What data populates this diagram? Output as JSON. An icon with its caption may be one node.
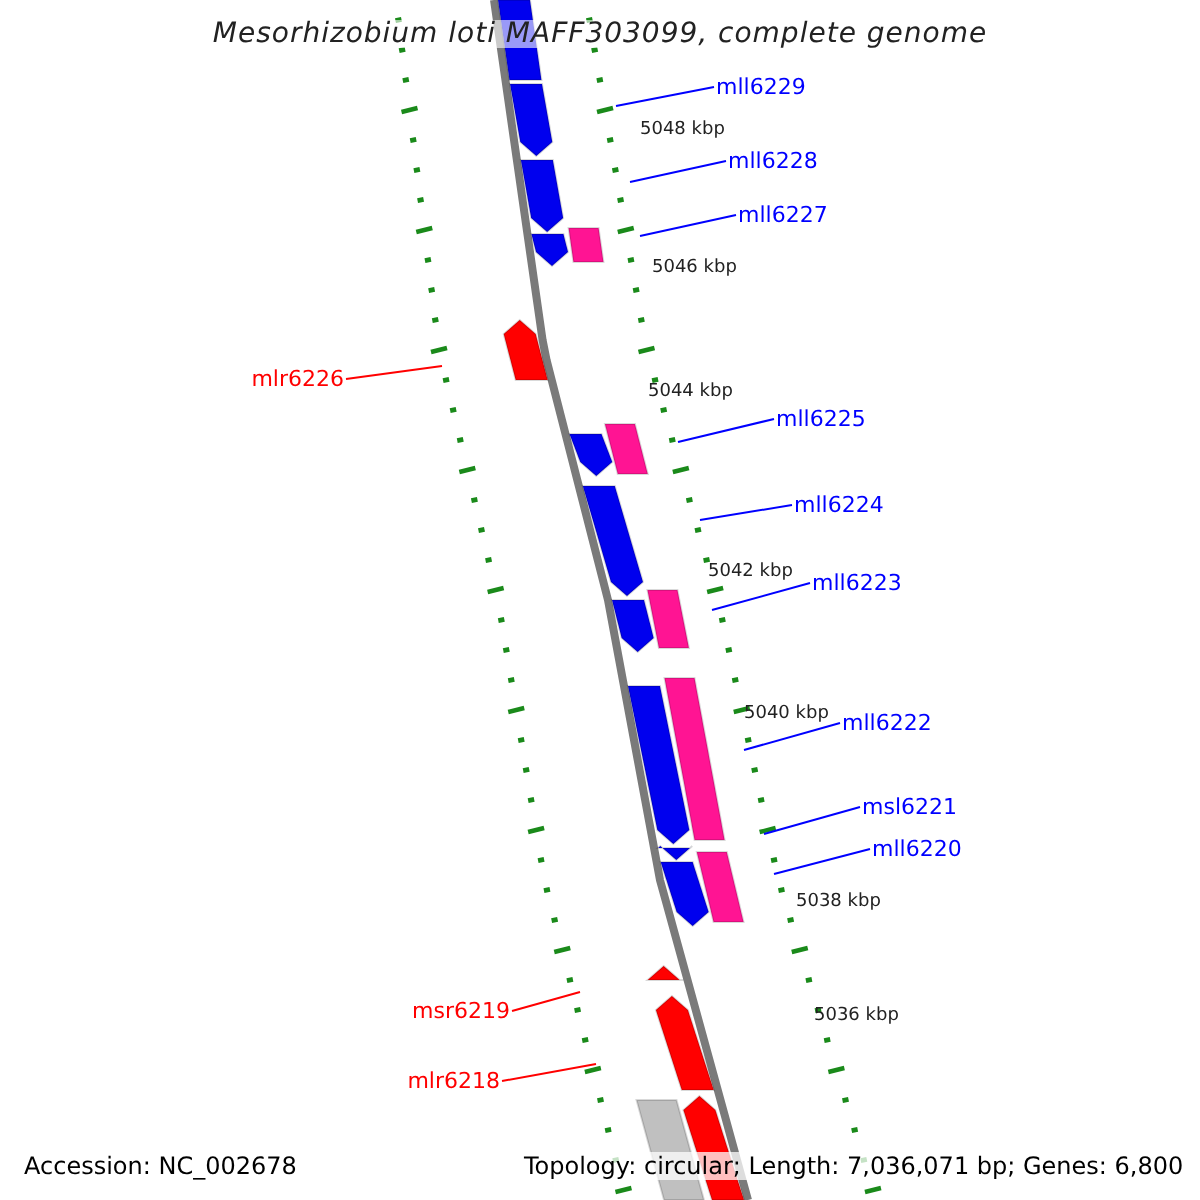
{
  "diagram": {
    "title": "Mesorhizobium loti MAFF303099, complete genome",
    "nodes": [
      {
        "text": [
          "mll6229"
        ]
      },
      {
        "text": [
          "mll6228"
        ]
      },
      {
        "text": [
          "mll6227"
        ]
      },
      {
        "text": [
          "mlr6226"
        ]
      },
      {
        "text": [
          "mll6225"
        ]
      },
      {
        "text": [
          "mll6224"
        ]
      },
      {
        "text": [
          "mll6223"
        ]
      },
      {
        "text": [
          "mll6222"
        ]
      },
      {
        "text": [
          "msl6221"
        ]
      },
      {
        "text": [
          "mll6220"
        ]
      },
      {
        "text": [
          "msr6219"
        ]
      },
      {
        "text": [
          "mlr6218"
        ]
      }
    ],
    "edges": [
      {
        "from": 0,
        "to": null,
        "arrow": "none"
      },
      {
        "from": 1,
        "to": null,
        "arrow": "none"
      },
      {
        "from": 2,
        "to": null,
        "arrow": "none"
      },
      {
        "from": 3,
        "to": null,
        "arrow": "none",
        "color": "#ff0000"
      },
      {
        "from": 4,
        "to": null,
        "arrow": "none"
      },
      {
        "from": 5,
        "to": null,
        "arrow": "none"
      },
      {
        "from": 6,
        "to": null,
        "arrow": "none"
      },
      {
        "from": 7,
        "to": null,
        "arrow": "none"
      },
      {
        "from": 8,
        "to": null,
        "arrow": "none"
      },
      {
        "from": 9,
        "to": null,
        "arrow": "none"
      },
      {
        "from": 10,
        "to": null,
        "arrow": "none",
        "color": "#ff0000"
      },
      {
        "from": 11,
        "to": null,
        "arrow": "none",
        "color": "#ff0000"
      }
    ],
    "labels": [
      "5048 kbp",
      "5046 kbp",
      "5044 kbp",
      "5042 kbp",
      "5040 kbp",
      "5038 kbp",
      "5036 kbp",
      "Accession: NC_002678",
      "Topology: circular; Length: 7,036,071 bp; Genes: 6,800"
    ]
  }
}
